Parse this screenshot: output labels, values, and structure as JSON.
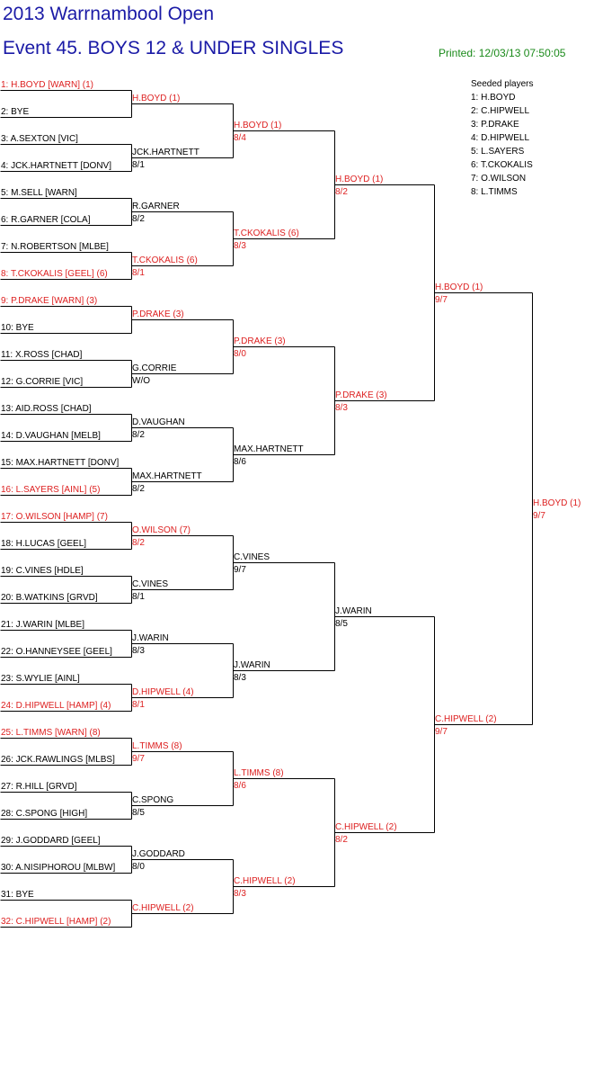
{
  "title": "2013 Warrnambool Open",
  "event": "Event 45. BOYS 12 & UNDER SINGLES",
  "printed": "Printed: 12/03/13 07:50:05",
  "colors": {
    "title": "#1a1aa6",
    "seeded": "#dd2020",
    "normal": "#000000",
    "printed": "#1a8a1a",
    "lines": "#000000"
  },
  "seeded_players": {
    "heading": "Seeded players",
    "list": [
      "1: H.BOYD",
      "2: C.HIPWELL",
      "3: P.DRAKE",
      "4: D.HIPWELL",
      "5: L.SAYERS",
      "6: T.CKOKALIS",
      "7: O.WILSON",
      "8: L.TIMMS"
    ]
  },
  "rounds": [
    [
      {
        "name": "1: H.BOYD [WARN] (1)",
        "seed": true
      },
      {
        "name": "2: BYE",
        "seed": false
      },
      {
        "name": "3: A.SEXTON [VIC]",
        "seed": false
      },
      {
        "name": "4: JCK.HARTNETT [DONV]",
        "seed": false
      },
      {
        "name": "5: M.SELL [WARN]",
        "seed": false
      },
      {
        "name": "6: R.GARNER [COLA]",
        "seed": false
      },
      {
        "name": "7: N.ROBERTSON [MLBE]",
        "seed": false
      },
      {
        "name": "8: T.CKOKALIS [GEEL] (6)",
        "seed": true
      },
      {
        "name": "9: P.DRAKE [WARN] (3)",
        "seed": true
      },
      {
        "name": "10: BYE",
        "seed": false
      },
      {
        "name": "11: X.ROSS [CHAD]",
        "seed": false
      },
      {
        "name": "12: G.CORRIE [VIC]",
        "seed": false
      },
      {
        "name": "13: AID.ROSS [CHAD]",
        "seed": false
      },
      {
        "name": "14: D.VAUGHAN [MELB]",
        "seed": false
      },
      {
        "name": "15: MAX.HARTNETT [DONV]",
        "seed": false
      },
      {
        "name": "16: L.SAYERS [AINL] (5)",
        "seed": true
      },
      {
        "name": "17: O.WILSON [HAMP] (7)",
        "seed": true
      },
      {
        "name": "18: H.LUCAS [GEEL]",
        "seed": false
      },
      {
        "name": "19: C.VINES [HDLE]",
        "seed": false
      },
      {
        "name": "20: B.WATKINS [GRVD]",
        "seed": false
      },
      {
        "name": "21: J.WARIN [MLBE]",
        "seed": false
      },
      {
        "name": "22: O.HANNEYSEE [GEEL]",
        "seed": false
      },
      {
        "name": "23: S.WYLIE [AINL]",
        "seed": false
      },
      {
        "name": "24: D.HIPWELL [HAMP] (4)",
        "seed": true
      },
      {
        "name": "25: L.TIMMS [WARN] (8)",
        "seed": true
      },
      {
        "name": "26: JCK.RAWLINGS [MLBS]",
        "seed": false
      },
      {
        "name": "27: R.HILL [GRVD]",
        "seed": false
      },
      {
        "name": "28: C.SPONG [HIGH]",
        "seed": false
      },
      {
        "name": "29: J.GODDARD [GEEL]",
        "seed": false
      },
      {
        "name": "30: A.NISIPHOROU [MLBW]",
        "seed": false
      },
      {
        "name": "31: BYE",
        "seed": false
      },
      {
        "name": "32: C.HIPWELL [HAMP] (2)",
        "seed": true
      }
    ],
    [
      {
        "name": "H.BOYD (1)",
        "score": "",
        "seed": true
      },
      {
        "name": "JCK.HARTNETT",
        "score": "8/1",
        "seed": false
      },
      {
        "name": "R.GARNER",
        "score": "8/2",
        "seed": false
      },
      {
        "name": "T.CKOKALIS (6)",
        "score": "8/1",
        "seed": true
      },
      {
        "name": "P.DRAKE (3)",
        "score": "",
        "seed": true
      },
      {
        "name": "G.CORRIE",
        "score": "W/O",
        "seed": false
      },
      {
        "name": "D.VAUGHAN",
        "score": "8/2",
        "seed": false
      },
      {
        "name": "MAX.HARTNETT",
        "score": "8/2",
        "seed": false
      },
      {
        "name": "O.WILSON (7)",
        "score": "8/2",
        "seed": true
      },
      {
        "name": "C.VINES",
        "score": "8/1",
        "seed": false
      },
      {
        "name": "J.WARIN",
        "score": "8/3",
        "seed": false
      },
      {
        "name": "D.HIPWELL (4)",
        "score": "8/1",
        "seed": true
      },
      {
        "name": "L.TIMMS (8)",
        "score": "9/7",
        "seed": true
      },
      {
        "name": "C.SPONG",
        "score": "8/5",
        "seed": false
      },
      {
        "name": "J.GODDARD",
        "score": "8/0",
        "seed": false
      },
      {
        "name": "C.HIPWELL (2)",
        "score": "",
        "seed": true
      }
    ],
    [
      {
        "name": "H.BOYD (1)",
        "score": "8/4",
        "seed": true
      },
      {
        "name": "T.CKOKALIS (6)",
        "score": "8/3",
        "seed": true
      },
      {
        "name": "P.DRAKE (3)",
        "score": "8/0",
        "seed": true
      },
      {
        "name": "MAX.HARTNETT",
        "score": "8/6",
        "seed": false
      },
      {
        "name": "C.VINES",
        "score": "9/7",
        "seed": false
      },
      {
        "name": "J.WARIN",
        "score": "8/3",
        "seed": false
      },
      {
        "name": "L.TIMMS (8)",
        "score": "8/6",
        "seed": true
      },
      {
        "name": "C.HIPWELL (2)",
        "score": "8/3",
        "seed": true
      }
    ],
    [
      {
        "name": "H.BOYD (1)",
        "score": "8/2",
        "seed": true
      },
      {
        "name": "P.DRAKE (3)",
        "score": "8/3",
        "seed": true
      },
      {
        "name": "J.WARIN",
        "score": "8/5",
        "seed": false
      },
      {
        "name": "C.HIPWELL (2)",
        "score": "8/2",
        "seed": true
      }
    ],
    [
      {
        "name": "H.BOYD (1)",
        "score": "9/7",
        "seed": true
      },
      {
        "name": "C.HIPWELL (2)",
        "score": "9/7",
        "seed": true
      }
    ],
    [
      {
        "name": "H.BOYD (1)",
        "score": "9/7",
        "seed": true
      }
    ]
  ]
}
